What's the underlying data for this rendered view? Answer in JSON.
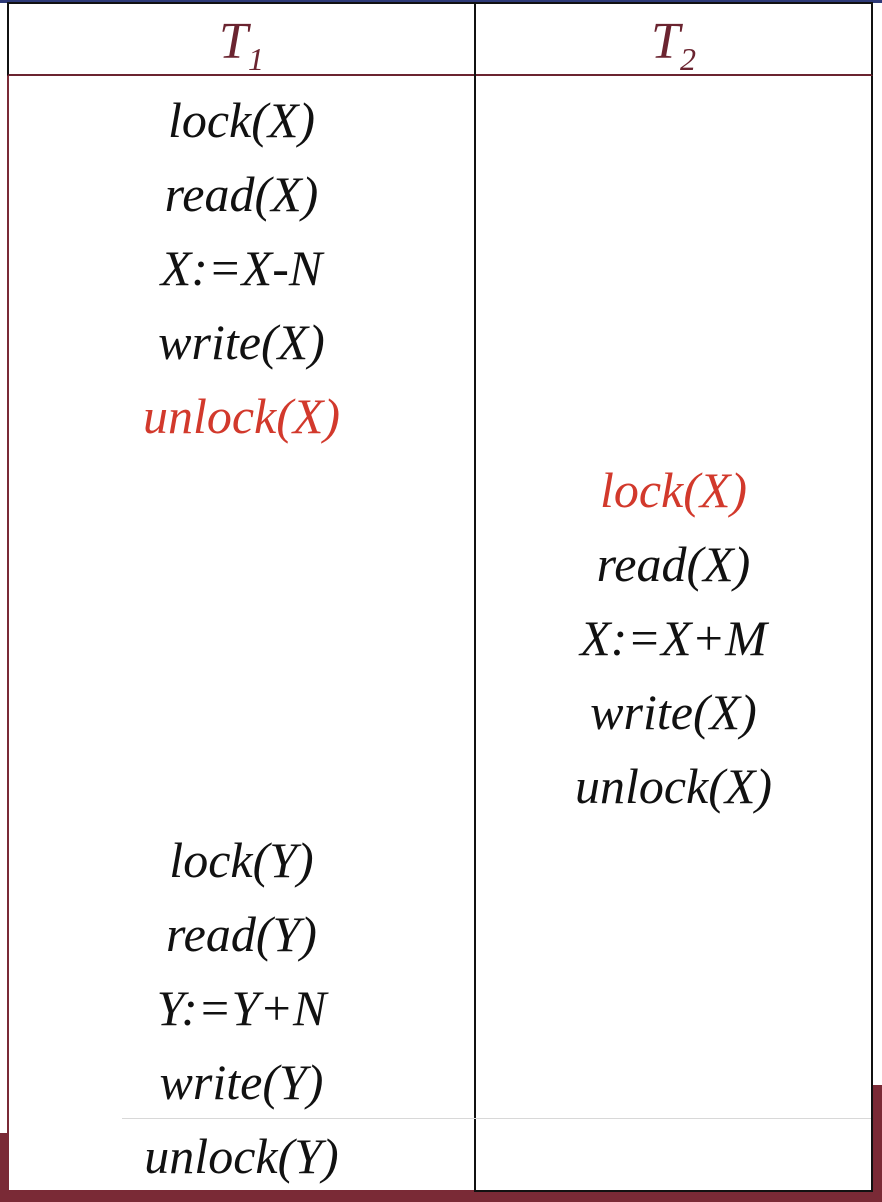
{
  "colors": {
    "header_text": "#6b2430",
    "op_text": "#111111",
    "highlight": "#d2392c",
    "accent_band": "#7a2a36"
  },
  "header": {
    "t1_base": "T",
    "t1_sub": "1",
    "t2_base": "T",
    "t2_sub": "2"
  },
  "t1": {
    "ops_top": [
      "lock(X)",
      "read(X)",
      "X:=X-N",
      "write(X)",
      "unlock(X)"
    ],
    "ops_bottom": [
      "lock(Y)",
      "read(Y)",
      "Y:=Y+N",
      "write(Y)",
      "unlock(Y)"
    ]
  },
  "t2": {
    "ops": [
      "lock(X)",
      "read(X)",
      "X:=X+M",
      "write(X)",
      "unlock(X)"
    ]
  }
}
